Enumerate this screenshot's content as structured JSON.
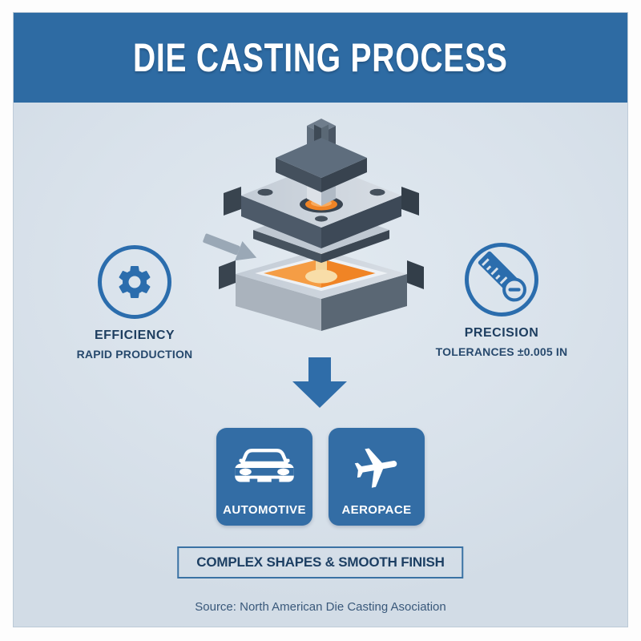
{
  "header": {
    "title": "DIE CASTING PROCESS"
  },
  "features": {
    "efficiency": {
      "icon": "gear-icon",
      "title": "EFFICIENCY",
      "subtitle": "RAPID PRODUCTION"
    },
    "precision": {
      "icon": "ruler-minus-icon",
      "title": "PRECISION",
      "subtitle": "TOLERANCES ±0.005 IN"
    }
  },
  "process": {
    "illustration": "die-casting-machine",
    "flow_arrow": "down-arrow-icon",
    "injection_arrow": "gray-arrow-icon"
  },
  "industries": [
    {
      "icon": "car-icon",
      "label": "AUTOMOTIVE"
    },
    {
      "icon": "airplane-icon",
      "label": "AEROPACE"
    }
  ],
  "banner": {
    "label": "COMPLEX SHAPES & SMOOTH FINISH"
  },
  "footer": {
    "source": "Source: North American Die Casting Asociation"
  },
  "colors": {
    "header_bg": "#2e6ba3",
    "card_bg": "#d9e2eb",
    "accent_blue": "#2b6dad",
    "tile_blue": "#336da5",
    "navy_text": "#1e3e60",
    "molten_orange": "#f08425",
    "machine_light": "#c9d1da",
    "machine_dark": "#46525f"
  }
}
